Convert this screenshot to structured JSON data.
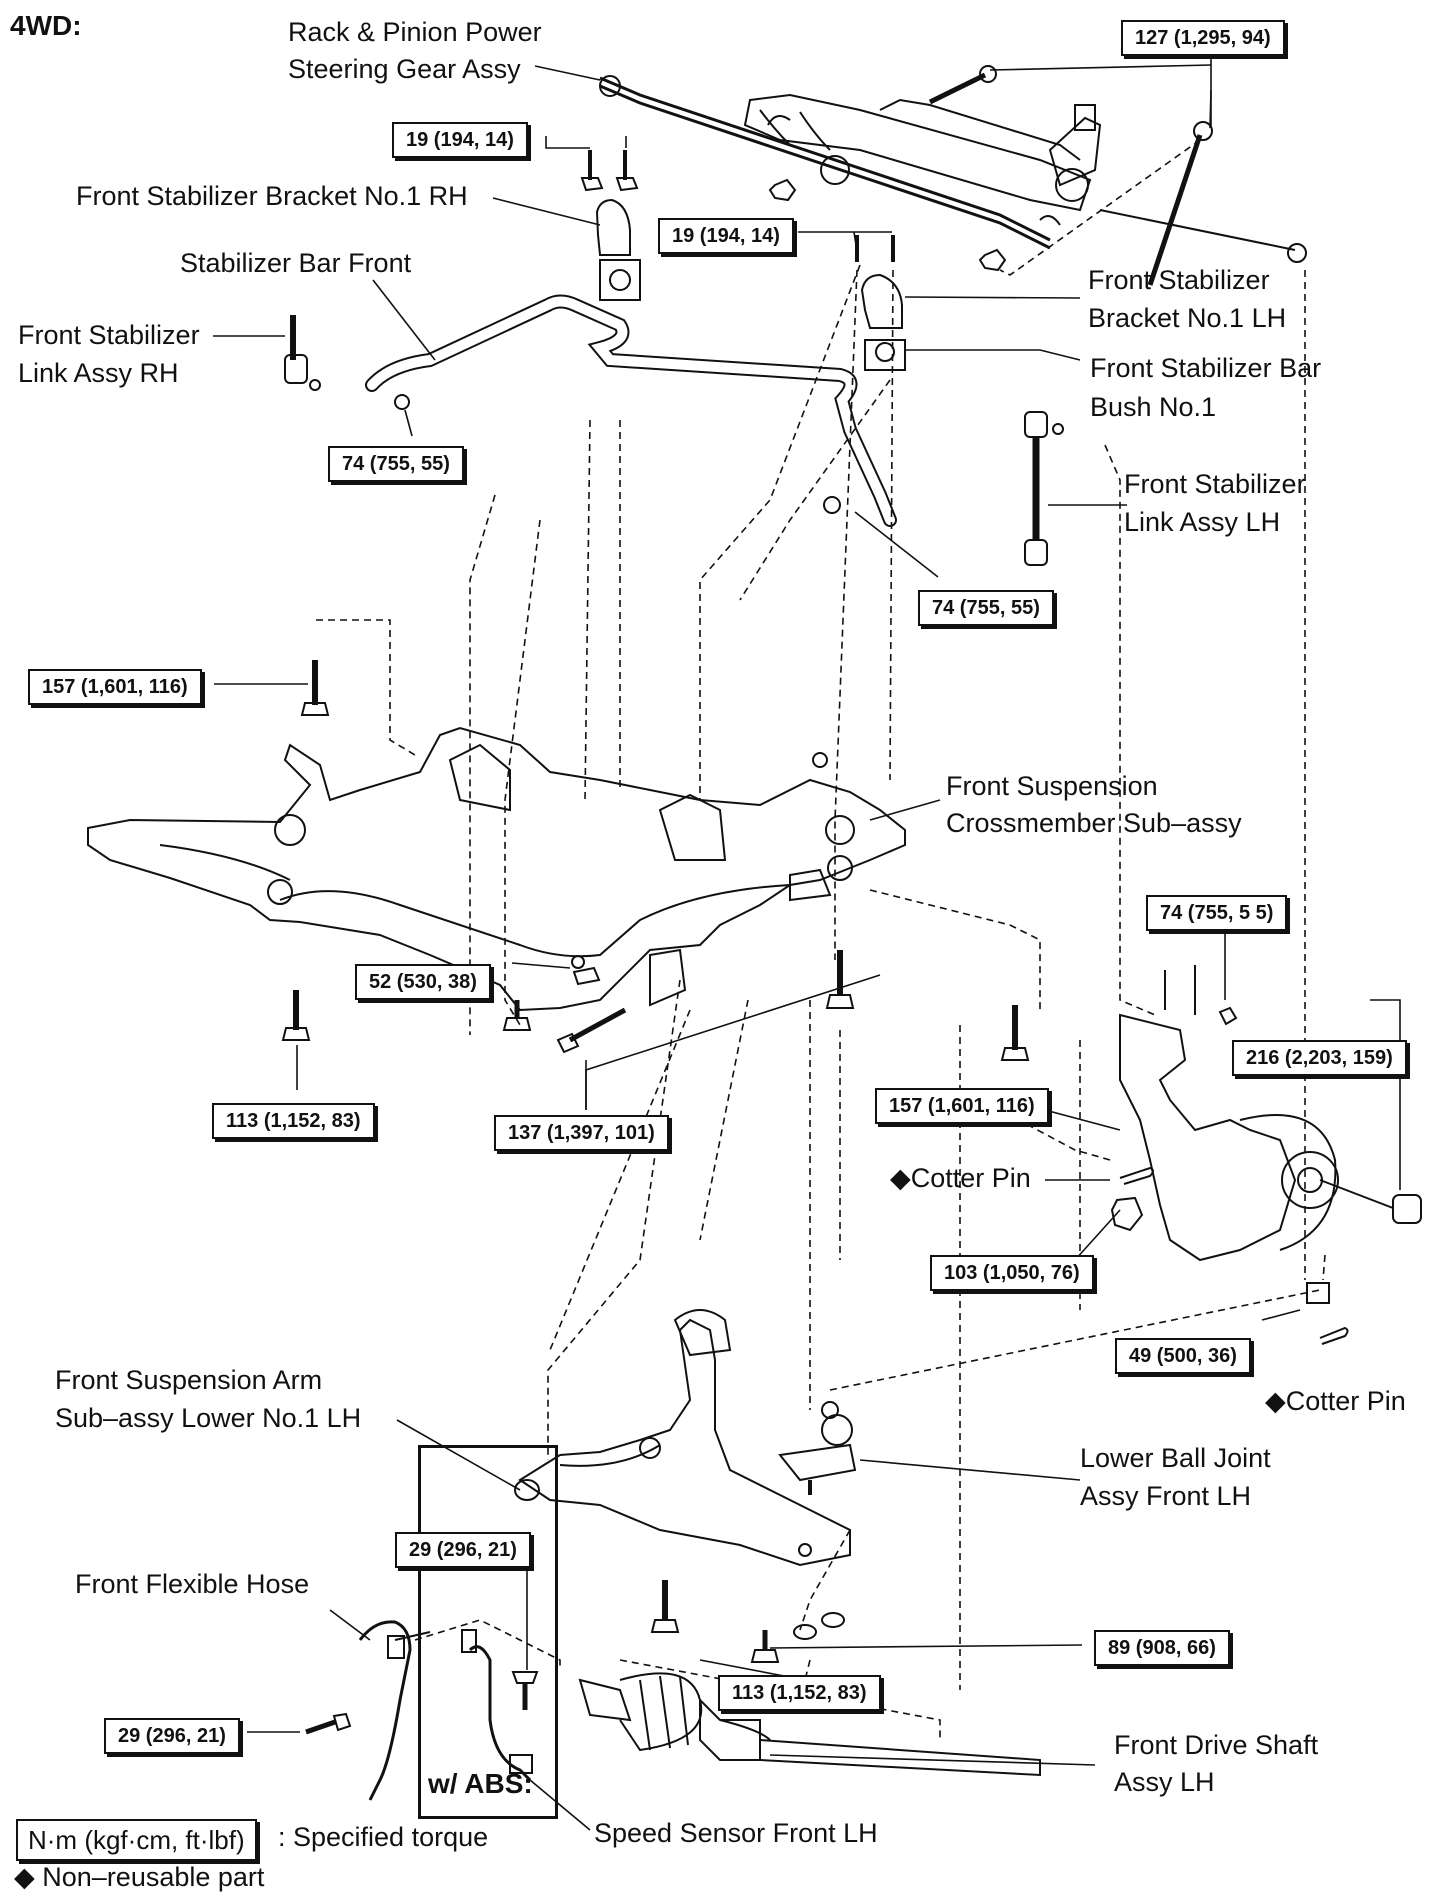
{
  "header": "4WD:",
  "labels": {
    "rack_pinion": [
      "Rack & Pinion Power",
      "Steering Gear Assy"
    ],
    "bracket_rh": "Front Stabilizer Bracket No.1 RH",
    "stab_bar": "Stabilizer Bar Front",
    "link_rh": [
      "Front Stabilizer",
      "Link Assy RH"
    ],
    "bracket_lh": [
      "Front Stabilizer",
      "Bracket No.1 LH"
    ],
    "bush": [
      "Front Stabilizer Bar",
      "Bush No.1"
    ],
    "link_lh": [
      "Front Stabilizer",
      "Link Assy LH"
    ],
    "crossmember": [
      "Front Suspension",
      "Crossmember Sub–assy"
    ],
    "cotter_pin_1": "◆Cotter Pin",
    "cotter_pin_2": "◆Cotter Pin",
    "lower_arm": [
      "Front Suspension Arm",
      "Sub–assy Lower No.1 LH"
    ],
    "ball_joint": [
      "Lower Ball Joint",
      "Assy Front LH"
    ],
    "flex_hose": "Front Flexible Hose",
    "drive_shaft": [
      "Front Drive Shaft",
      "Assy LH"
    ],
    "speed_sensor": "Speed Sensor Front LH",
    "w_abs": "w/ ABS:"
  },
  "torques": {
    "t127": "127 (1,295, 94)",
    "t19a": "19 (194, 14)",
    "t19b": "19 (194, 14)",
    "t74a": "74 (755, 55)",
    "t74b": "74 (755, 55)",
    "t157a": "157 (1,601, 116)",
    "t52": "52 (530, 38)",
    "t113a": "113 (1,152, 83)",
    "t137": "137 (1,397, 101)",
    "t74c": "74 (755, 5 5)",
    "t216": "216 (2,203, 159)",
    "t157b": "157 (1,601, 116)",
    "t103": "103 (1,050, 76)",
    "t49": "49 (500, 36)",
    "t29a": "29 (296, 21)",
    "t29b": "29 (296, 21)",
    "t89": "89 (908, 66)",
    "t113b": "113 (1,152, 83)"
  },
  "legend": {
    "box": "N·m (kgf·cm, ft·lbf)",
    "text": ": Specified torque",
    "nonreusable": "◆ Non–reusable part"
  }
}
